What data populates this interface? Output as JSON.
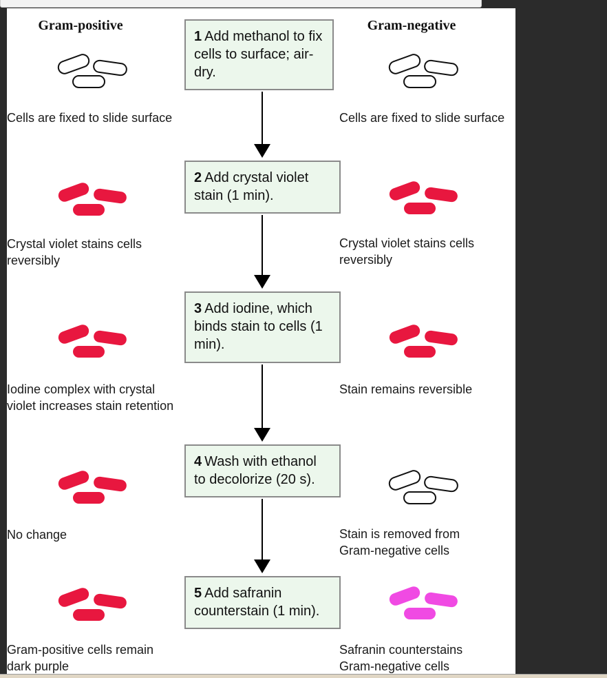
{
  "headers": {
    "left": "Gram-positive",
    "right": "Gram-negative"
  },
  "steps": [
    {
      "num": "1",
      "text": "Add methanol to fix cells to surface; air-dry."
    },
    {
      "num": "2",
      "text": "Add crystal violet stain (1 min)."
    },
    {
      "num": "3",
      "text": "Add iodine, which binds stain to cells (1 min)."
    },
    {
      "num": "4",
      "text": "Wash with ethanol to decolorize (20 s)."
    },
    {
      "num": "5",
      "text": "Add safranin counterstain (1 min)."
    }
  ],
  "positive": [
    {
      "state": "unstained",
      "caption": [
        "Cells are fixed to slide surface"
      ]
    },
    {
      "state": "violet",
      "caption": [
        "Crystal violet stains cells",
        "reversibly"
      ]
    },
    {
      "state": "violet",
      "caption": [
        "Iodine complex with crystal",
        "violet increases stain retention"
      ]
    },
    {
      "state": "violet",
      "caption": [
        "No change"
      ]
    },
    {
      "state": "violet",
      "caption": [
        "Gram-positive cells remain",
        "dark purple"
      ]
    }
  ],
  "negative": [
    {
      "state": "unstained",
      "caption": [
        "Cells are fixed to slide surface"
      ]
    },
    {
      "state": "violet",
      "caption": [
        "Crystal violet stains cells",
        "reversibly"
      ]
    },
    {
      "state": "violet",
      "caption": [
        "Stain remains reversible"
      ]
    },
    {
      "state": "unstained",
      "caption": [
        "Stain is removed from",
        "Gram-negative cells"
      ]
    },
    {
      "state": "safranin",
      "caption": [
        "Safranin counterstains",
        "Gram-negative cells"
      ]
    }
  ],
  "colors": {
    "violet_stain": "#e8173f",
    "safranin_stain": "#f04ae3",
    "step_box": "#ecf7ec",
    "step_border": "#8a8a8a"
  }
}
